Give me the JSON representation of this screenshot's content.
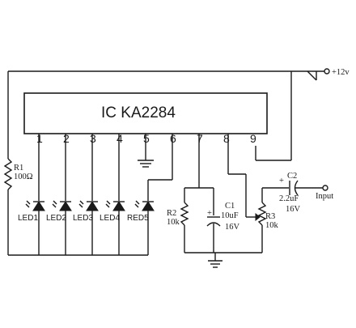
{
  "ic": {
    "name": "IC KA2284",
    "pins": [
      "1",
      "2",
      "3",
      "4",
      "5",
      "6",
      "7",
      "8",
      "9"
    ]
  },
  "supply": {
    "label": "+12v"
  },
  "input": {
    "label": "Input"
  },
  "r1": {
    "ref": "R1",
    "value": "100Ω"
  },
  "r2": {
    "ref": "R2",
    "value": "10k"
  },
  "r3": {
    "ref": "R3",
    "value": "10k"
  },
  "c1": {
    "ref": "C1",
    "value": "10uF",
    "voltage": "16V"
  },
  "c2": {
    "ref": "C2",
    "value": "2.2uF",
    "voltage": "16V"
  },
  "leds": [
    "LED1",
    "LED2",
    "LED3",
    "LED4",
    "RED5"
  ],
  "polarity": {
    "plus": "+"
  }
}
